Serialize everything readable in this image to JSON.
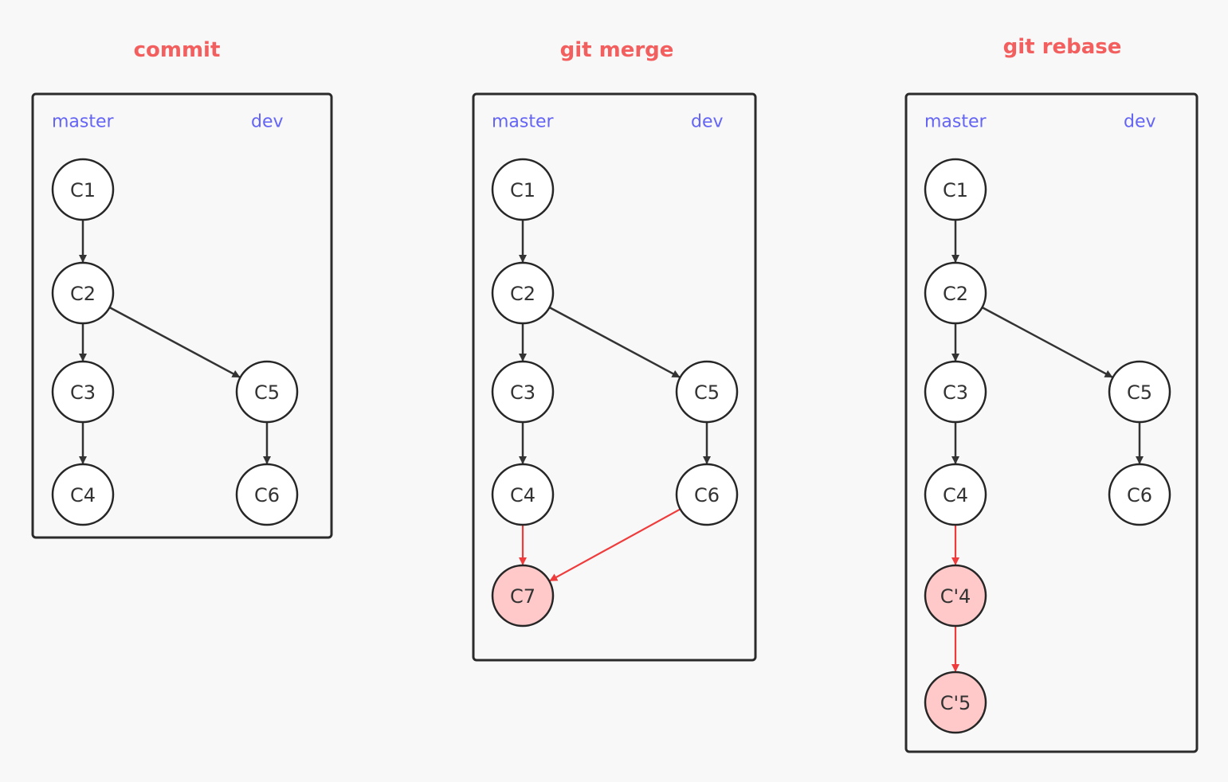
{
  "colors": {
    "title": "#f35f5f",
    "branch_label": "#6464f5",
    "node_stroke": "#262626",
    "edge_default": "#333333",
    "edge_new": "#ef3b3b",
    "node_new_fill": "#ffc9c9",
    "node_default_fill": "#ffffff"
  },
  "panels": [
    {
      "title": "commit",
      "branch_left": "master",
      "branch_right": "dev",
      "nodes": [
        {
          "id": "C1",
          "label": "C1",
          "highlight": false
        },
        {
          "id": "C2",
          "label": "C2",
          "highlight": false
        },
        {
          "id": "C3",
          "label": "C3",
          "highlight": false
        },
        {
          "id": "C4",
          "label": "C4",
          "highlight": false
        },
        {
          "id": "C5",
          "label": "C5",
          "highlight": false
        },
        {
          "id": "C6",
          "label": "C6",
          "highlight": false
        }
      ],
      "edges": [
        {
          "from": "C1",
          "to": "C2",
          "highlight": false
        },
        {
          "from": "C2",
          "to": "C3",
          "highlight": false
        },
        {
          "from": "C3",
          "to": "C4",
          "highlight": false
        },
        {
          "from": "C2",
          "to": "C5",
          "highlight": false
        },
        {
          "from": "C5",
          "to": "C6",
          "highlight": false
        }
      ]
    },
    {
      "title": "git merge",
      "branch_left": "master",
      "branch_right": "dev",
      "nodes": [
        {
          "id": "C1",
          "label": "C1",
          "highlight": false
        },
        {
          "id": "C2",
          "label": "C2",
          "highlight": false
        },
        {
          "id": "C3",
          "label": "C3",
          "highlight": false
        },
        {
          "id": "C4",
          "label": "C4",
          "highlight": false
        },
        {
          "id": "C5",
          "label": "C5",
          "highlight": false
        },
        {
          "id": "C6",
          "label": "C6",
          "highlight": false
        },
        {
          "id": "C7",
          "label": "C7",
          "highlight": true
        }
      ],
      "edges": [
        {
          "from": "C1",
          "to": "C2",
          "highlight": false
        },
        {
          "from": "C2",
          "to": "C3",
          "highlight": false
        },
        {
          "from": "C3",
          "to": "C4",
          "highlight": false
        },
        {
          "from": "C2",
          "to": "C5",
          "highlight": false
        },
        {
          "from": "C5",
          "to": "C6",
          "highlight": false
        },
        {
          "from": "C4",
          "to": "C7",
          "highlight": true
        },
        {
          "from": "C6",
          "to": "C7",
          "highlight": true
        }
      ]
    },
    {
      "title": "git rebase",
      "branch_left": "master",
      "branch_right": "dev",
      "nodes": [
        {
          "id": "C1",
          "label": "C1",
          "highlight": false
        },
        {
          "id": "C2",
          "label": "C2",
          "highlight": false
        },
        {
          "id": "C3",
          "label": "C3",
          "highlight": false
        },
        {
          "id": "C4",
          "label": "C4",
          "highlight": false
        },
        {
          "id": "C5",
          "label": "C5",
          "highlight": false
        },
        {
          "id": "C6",
          "label": "C6",
          "highlight": false
        },
        {
          "id": "C4p",
          "label": "C'4",
          "highlight": true
        },
        {
          "id": "C5p",
          "label": "C'5",
          "highlight": true
        }
      ],
      "edges": [
        {
          "from": "C1",
          "to": "C2",
          "highlight": false
        },
        {
          "from": "C2",
          "to": "C3",
          "highlight": false
        },
        {
          "from": "C3",
          "to": "C4",
          "highlight": false
        },
        {
          "from": "C2",
          "to": "C5",
          "highlight": false
        },
        {
          "from": "C5",
          "to": "C6",
          "highlight": false
        },
        {
          "from": "C4",
          "to": "C4p",
          "highlight": true
        },
        {
          "from": "C4p",
          "to": "C5p",
          "highlight": true
        }
      ]
    }
  ]
}
